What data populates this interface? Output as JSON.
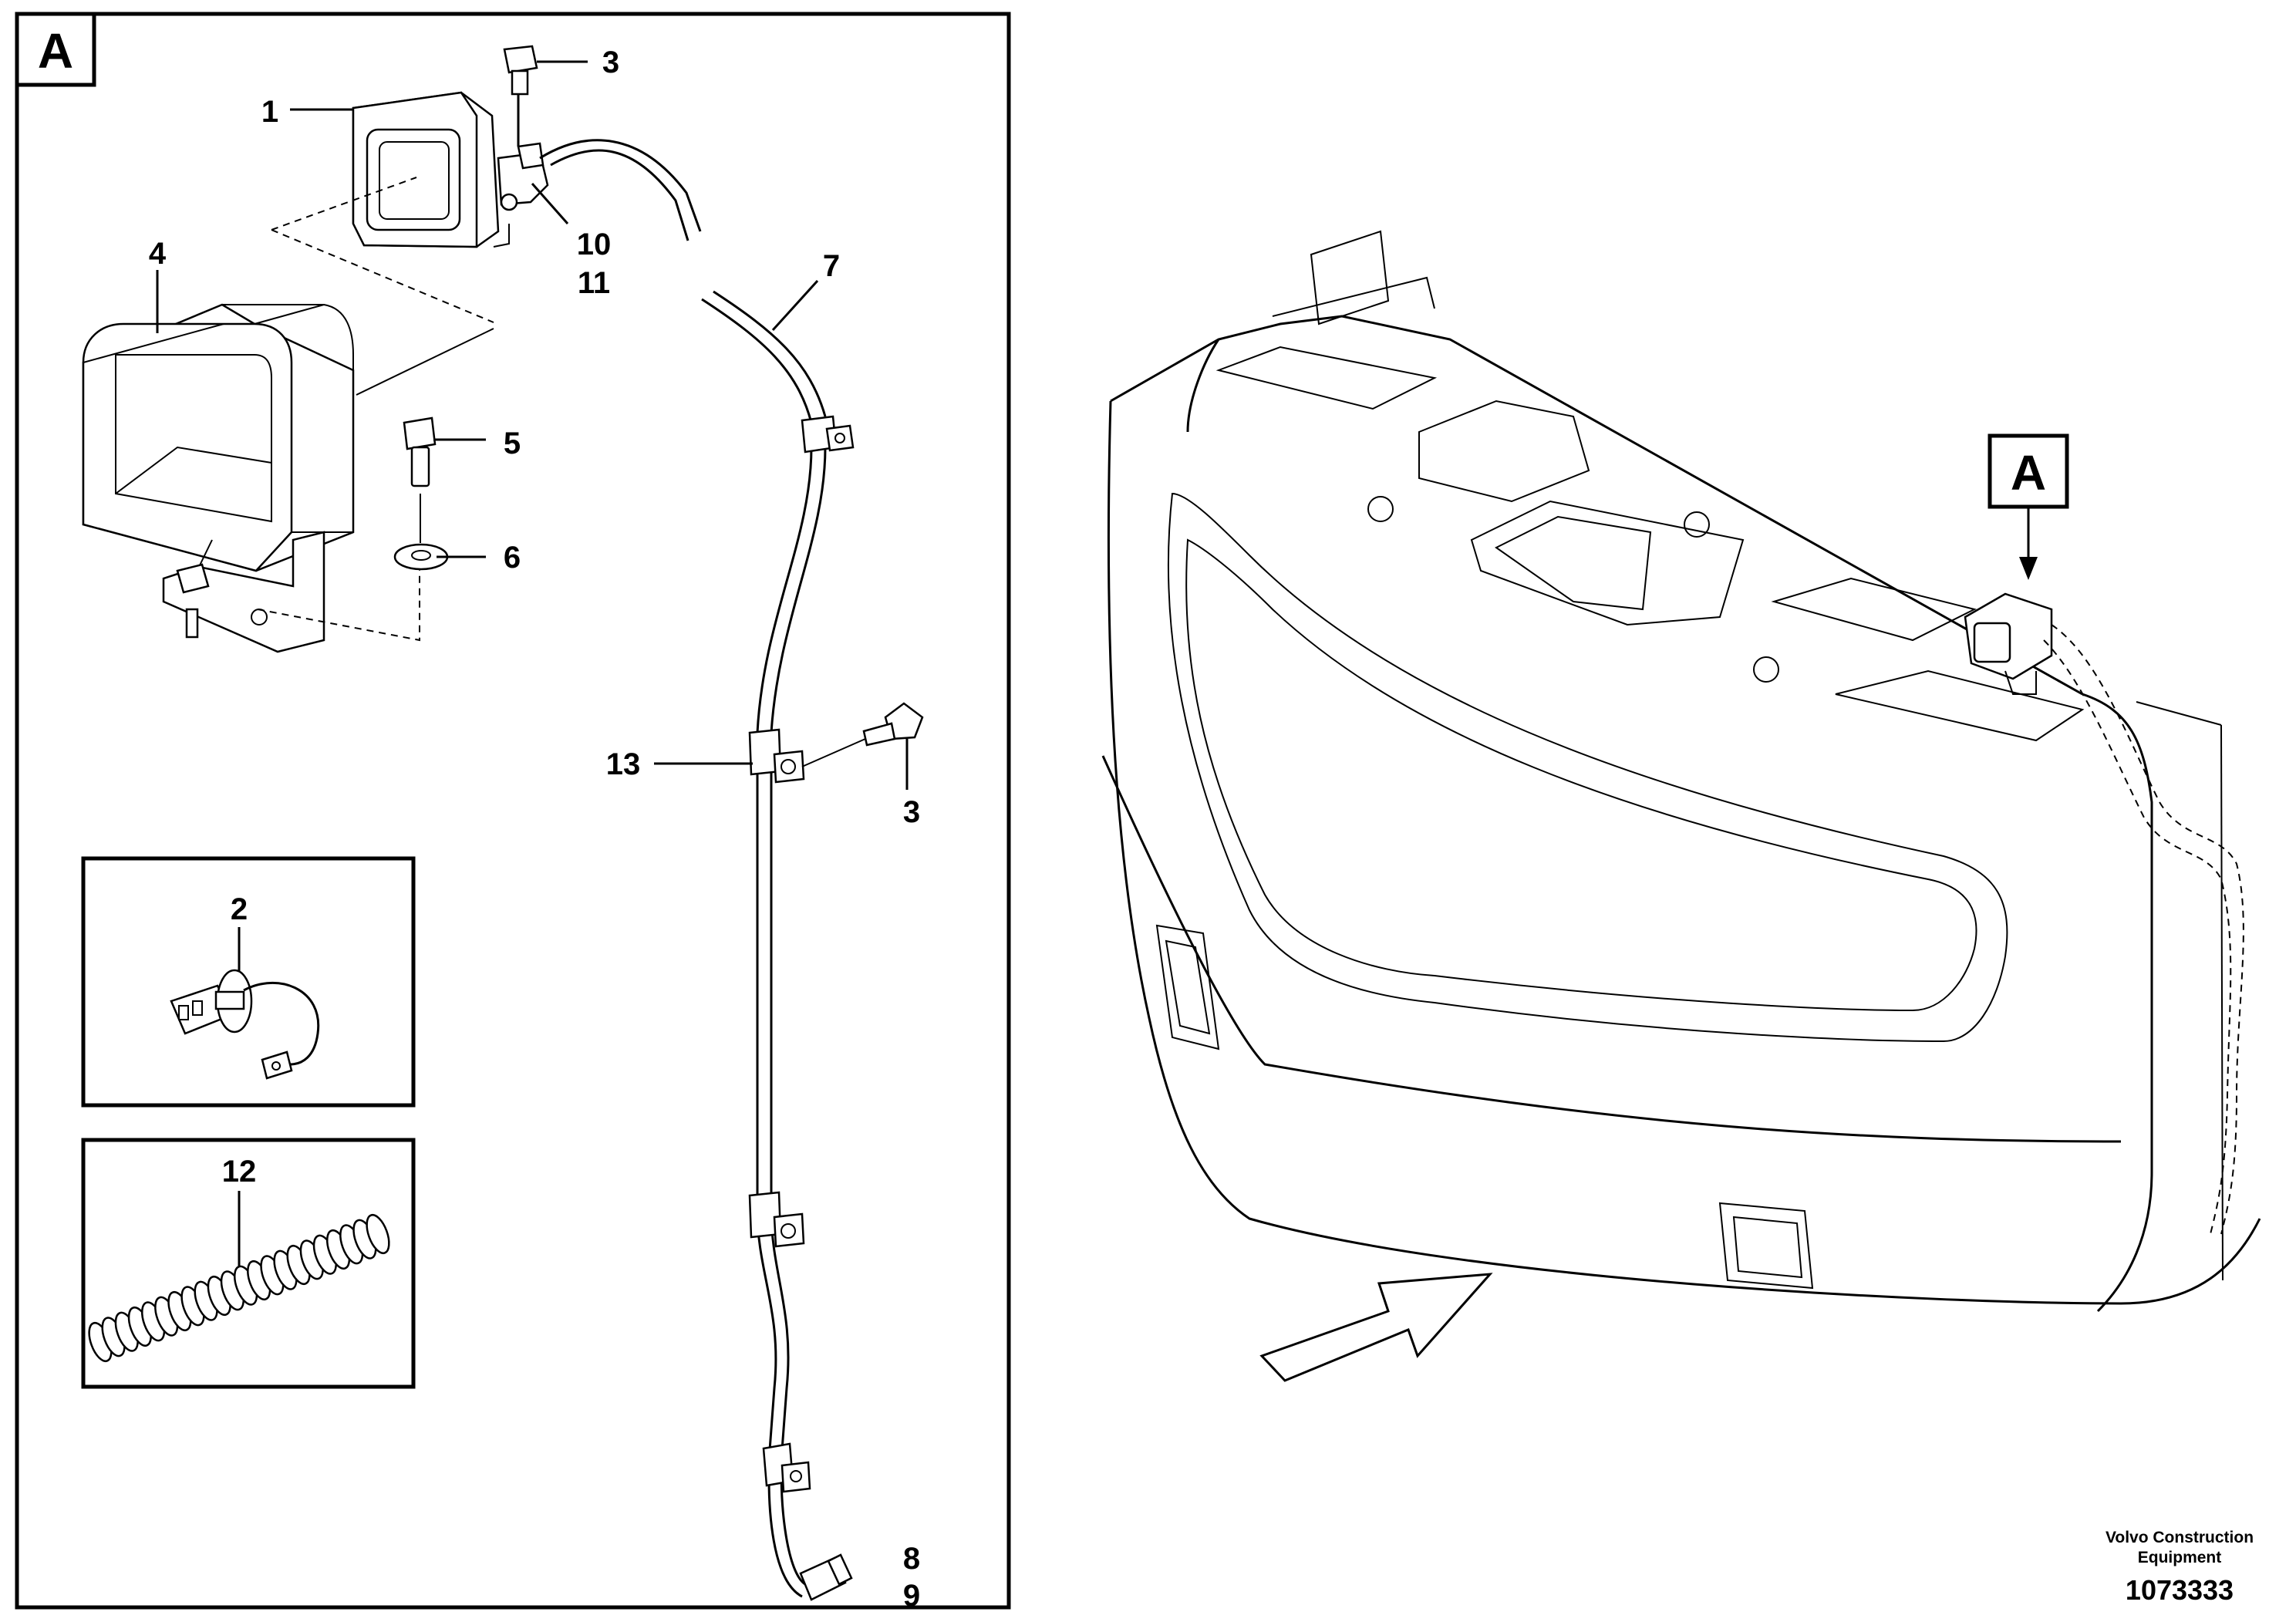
{
  "detail_view": {
    "tag": "A",
    "callouts": {
      "c1": "1",
      "c3a": "3",
      "c4": "4",
      "c5": "5",
      "c6": "6",
      "c7": "7",
      "c10": "10",
      "c11": "11",
      "c13": "13",
      "c3b": "3",
      "c8": "8",
      "c9": "9"
    },
    "inset_bulb": {
      "callout": "2"
    },
    "inset_conduit": {
      "callout": "12"
    }
  },
  "overview": {
    "view_tag": "A"
  },
  "title_block": {
    "brand_line1": "Volvo Construction",
    "brand_line2": "Equipment",
    "drawing_number": "1073333"
  }
}
